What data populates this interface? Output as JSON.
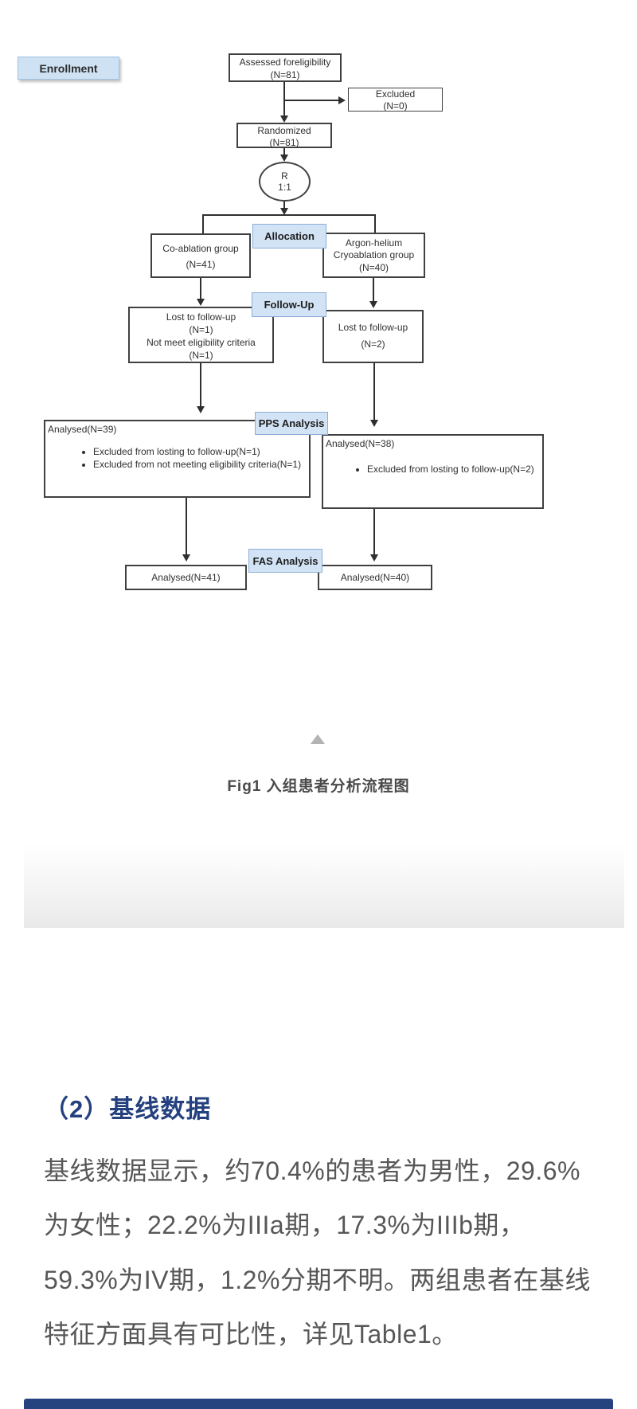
{
  "flowchart": {
    "enrollment_label": "Enrollment",
    "assessed": [
      "Assessed foreligibility",
      "(N=81)"
    ],
    "excluded": [
      "Excluded",
      "(N=0)"
    ],
    "randomized": [
      "Randomized",
      "(N=81)"
    ],
    "randomization_ellipse": [
      "R",
      "1:1"
    ],
    "allocation_label": "Allocation",
    "co_ablation": [
      "Co-ablation group",
      "(N=41)"
    ],
    "argon": [
      "Argon-helium",
      "Cryoablation group",
      "(N=40)"
    ],
    "followup_label": "Follow-Up",
    "lost_left": [
      "Lost to follow-up",
      "(N=1)",
      "Not meet eligibility criteria",
      "(N=1)"
    ],
    "lost_right": [
      "Lost to follow-up",
      "(N=2)"
    ],
    "pps_label": "PPS Analysis",
    "pps_left": {
      "title": "Analysed(N=39)",
      "bullets": [
        "Excluded from losting to follow-up(N=1)",
        "Excluded from not meeting eligibility criteria(N=1)"
      ]
    },
    "pps_right": {
      "title": "Analysed(N=38)",
      "bullets": [
        "Excluded from losting to follow-up(N=2)"
      ]
    },
    "fas_label": "FAS Analysis",
    "fas_left": "Analysed(N=41)",
    "fas_right": "Analysed(N=40)"
  },
  "caption": "Fig1 入组患者分析流程图",
  "section": {
    "heading": "（2）基线数据",
    "lines": [
      "基线数据显示，约70.4%的患者为男性，29.6%",
      "为女性；22.2%为IIIa期，17.3%为IIIb期，",
      "59.3%为IV期，1.2%分期不明。两组患者在基线",
      "特征方面具有可比性，详见Table1。"
    ]
  },
  "colors": {
    "stage_label_bg": "#d2e3f5",
    "stage_label_border": "#8eaed6",
    "heading_text": "#24407e",
    "body_text": "#575757",
    "bottom_bar": "#24437f"
  }
}
